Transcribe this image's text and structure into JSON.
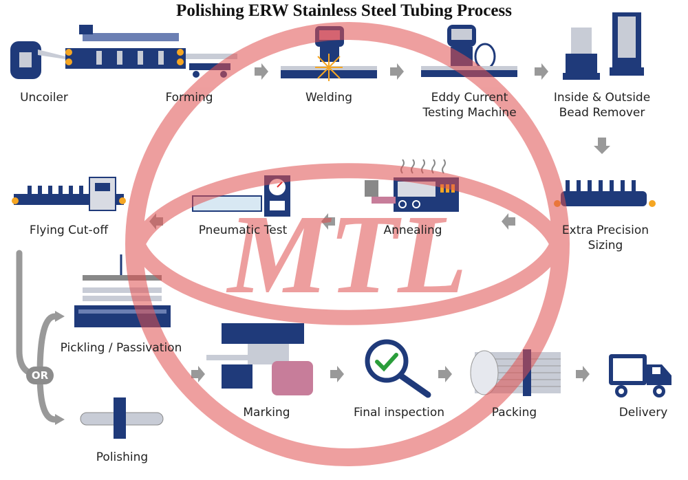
{
  "title": "Polishing ERW Stainless Steel Tubing Process",
  "steps": {
    "uncoiler": "Uncoiler",
    "forming": "Forming",
    "welding": "Welding",
    "eddy_line1": "Eddy Current",
    "eddy_line2": "Testing Machine",
    "bead_line1": "Inside & Outside",
    "bead_line2": "Bead Remover",
    "sizing_line1": "Extra Precision",
    "sizing_line2": "Sizing",
    "annealing": "Annealing",
    "pneumatic": "Pneumatic Test",
    "cutoff": "Flying Cut-off",
    "pickling": "Pickling / Passivation",
    "polishing": "Polishing",
    "marking": "Marking",
    "inspection": "Final inspection",
    "packing": "Packing",
    "delivery": "Delivery"
  },
  "or_label": "OR",
  "watermark_text": "MTL",
  "colors": {
    "navy": "#1f3a7a",
    "watermark": "#e05050",
    "arrow": "#999999",
    "accent": "#f5a623",
    "check": "#2a9d3a"
  }
}
